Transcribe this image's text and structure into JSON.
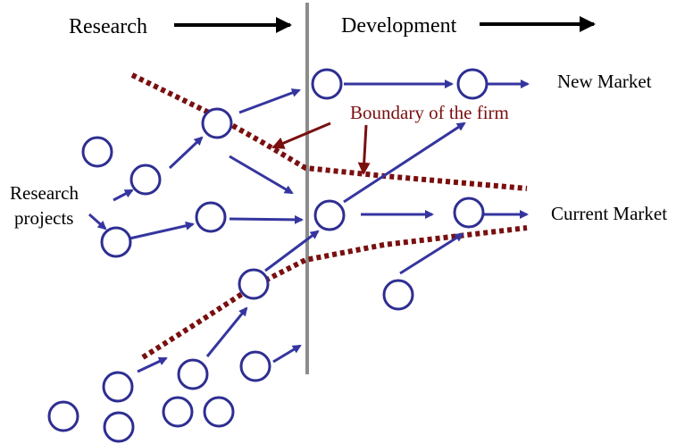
{
  "labels": {
    "research": "Research",
    "development": "Development",
    "new_market": "New Market",
    "current_market": "Current Market",
    "research_projects_line1": "Research",
    "research_projects_line2": "projects",
    "boundary": "Boundary of the firm"
  },
  "colors": {
    "node": "#2e2e92",
    "arrow": "#3535a0",
    "boundary": "#7a0f0f",
    "divider": "#8c8c8c",
    "text": "#000000"
  }
}
